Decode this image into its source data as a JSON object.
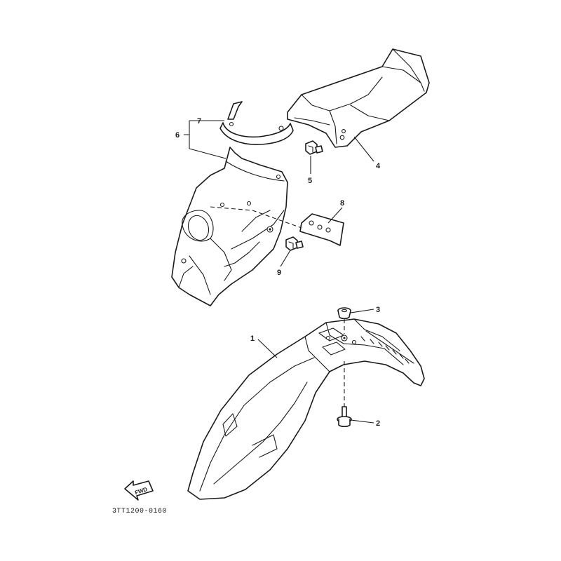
{
  "diagram": {
    "catalog_code": "3TT1200-0160",
    "fwd_label": "FWD",
    "callouts": {
      "p1": "1",
      "p2": "2",
      "p3": "3",
      "p4": "4",
      "p5": "5",
      "p6": "6",
      "p7": "7",
      "p8": "8",
      "p9": "9"
    }
  }
}
